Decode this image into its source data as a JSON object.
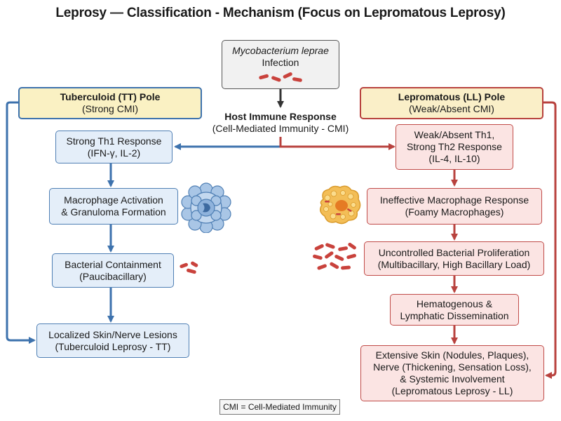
{
  "title": "Leprosy — Classification - Mechanism (Focus on Lepromatous Leprosy)",
  "infection": {
    "line1": "Mycobacterium leprae",
    "line2": "Infection"
  },
  "host_response": {
    "line1": "Host Immune Response",
    "line2": "(Cell-Mediated Immunity - CMI)"
  },
  "tt_pole": {
    "line1": "Tuberculoid (TT) Pole",
    "line2": "(Strong CMI)"
  },
  "ll_pole": {
    "line1": "Lepromatous (LL) Pole",
    "line2": "(Weak/Absent CMI)"
  },
  "left_steps": [
    {
      "line1": "Strong Th1 Response",
      "line2": "(IFN-γ, IL-2)"
    },
    {
      "line1": "Macrophage Activation",
      "line2": "& Granuloma Formation"
    },
    {
      "line1": "Bacterial Containment",
      "line2": "(Paucibacillary)"
    },
    {
      "line1": "Localized Skin/Nerve Lesions",
      "line2": "(Tuberculoid Leprosy - TT)"
    }
  ],
  "right_steps": [
    {
      "line1": "Weak/Absent Th1,",
      "line2": "Strong Th2 Response",
      "line3": "(IL-4, IL-10)"
    },
    {
      "line1": "Ineffective Macrophage Response",
      "line2": "(Foamy Macrophages)"
    },
    {
      "line1": "Uncontrolled Bacterial Proliferation",
      "line2": "(Multibacillary, High Bacillary Load)"
    },
    {
      "line1": "Hematogenous &",
      "line2": "Lymphatic Dissemination"
    },
    {
      "line1": "Extensive Skin (Nodules, Plaques),",
      "line2": "Nerve (Thickening, Sensation Loss),",
      "line3": "& Systemic Involvement",
      "line4": "(Lepromatous Leprosy - LL)"
    }
  ],
  "legend": "CMI = Cell-Mediated Immunity",
  "colors": {
    "blue_arrow": "#3d72ad",
    "red_arrow": "#b8423e",
    "dark_arrow": "#333333"
  }
}
